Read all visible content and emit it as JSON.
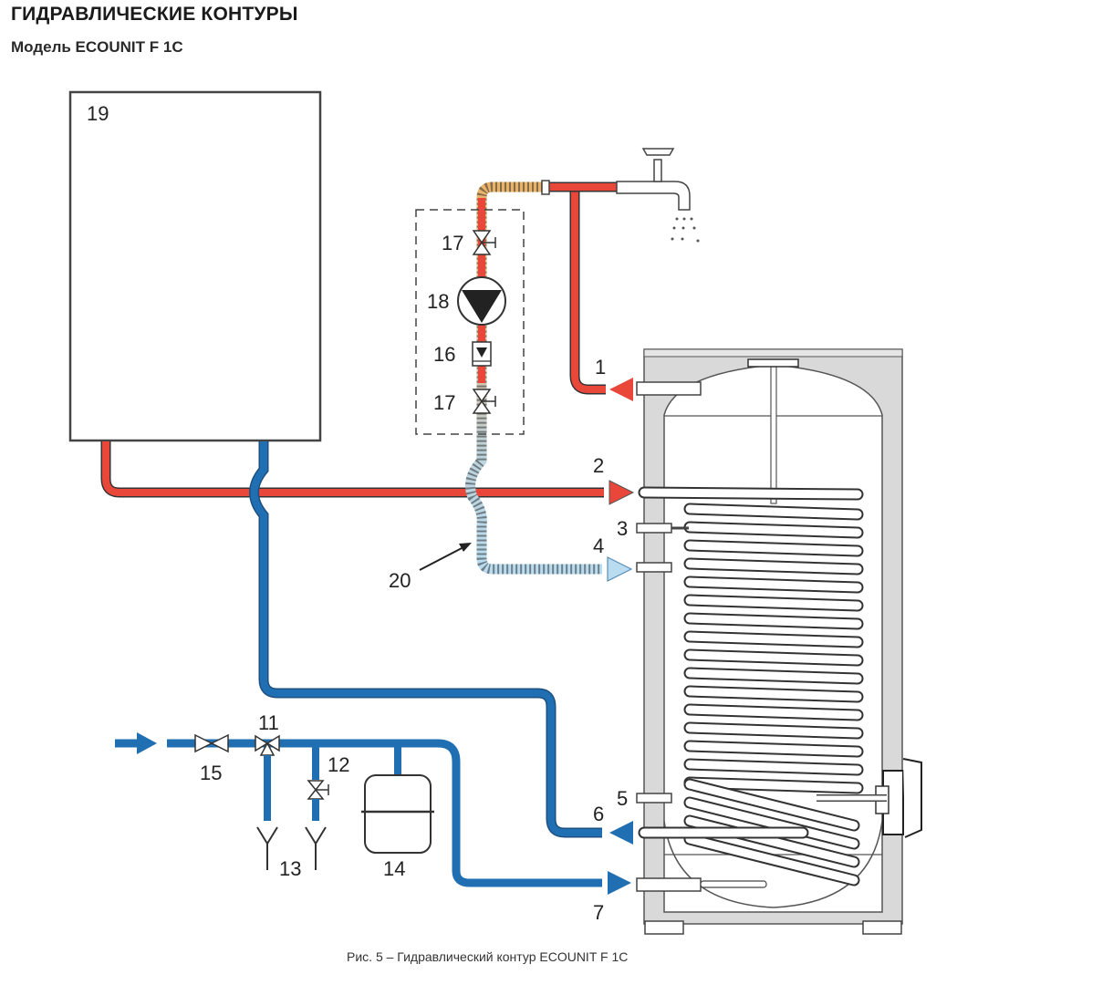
{
  "header": {
    "title": "ГИДРАВЛИЧЕСКИЕ КОНТУРЫ",
    "subtitle": "Модель ECOUNIT F 1C"
  },
  "caption": "Рис. 5 – Гидравлический контур ECOUNIT F 1C",
  "colors": {
    "hot": "#e8473a",
    "cold": "#1f6fb2",
    "recirc_light": "#b9dcf0",
    "recirc_orange": "#e9b36a",
    "tank_insulation": "#d9d9d9",
    "outline": "#333333"
  },
  "labels": {
    "boiler": "19",
    "hot_outlet": "1",
    "coil_flow": "2",
    "sensor_well": "3",
    "recirculation": "4",
    "port_5": "5",
    "coil_return": "6",
    "cold_inlet": "7",
    "safety_group": "11",
    "drain_valve": "12",
    "drain": "13",
    "expansion_vessel": "14",
    "shutoff_valve": "15",
    "check_valve": "16",
    "valve_17_top": "17",
    "valve_17_bottom": "17",
    "recirc_pump": "18",
    "recirc_line": "20"
  }
}
